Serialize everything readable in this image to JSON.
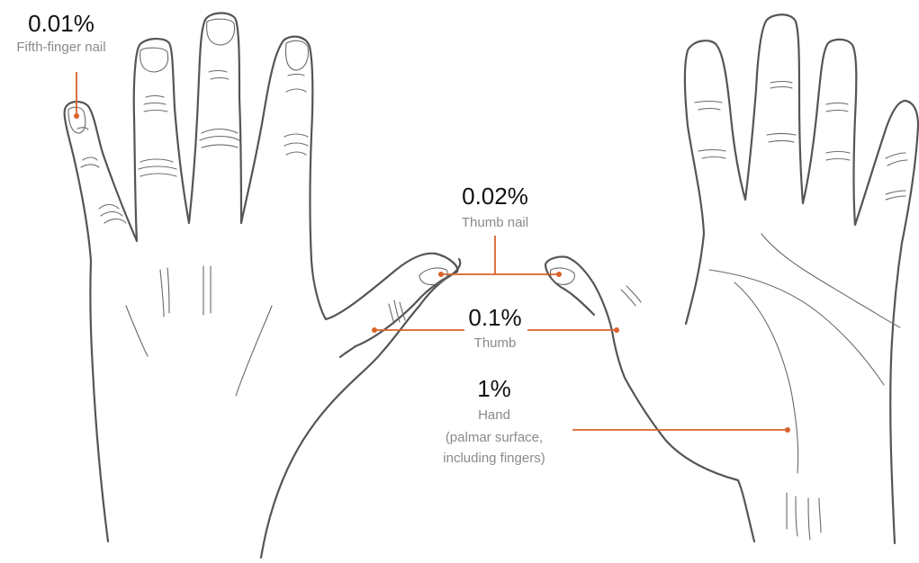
{
  "colors": {
    "accent": "#d9622b",
    "outline": "#555555",
    "label": "#8a8a8a",
    "value": "#111111"
  },
  "annotations": {
    "fifth_nail": {
      "value": "0.01%",
      "label": "Fifth-finger nail"
    },
    "thumb_nail": {
      "value": "0.02%",
      "label": "Thumb nail"
    },
    "thumb": {
      "value": "0.1%",
      "label": "Thumb"
    },
    "hand": {
      "value": "1%",
      "label_lines": [
        "Hand",
        "(palmar surface,",
        "including fingers)"
      ]
    }
  }
}
